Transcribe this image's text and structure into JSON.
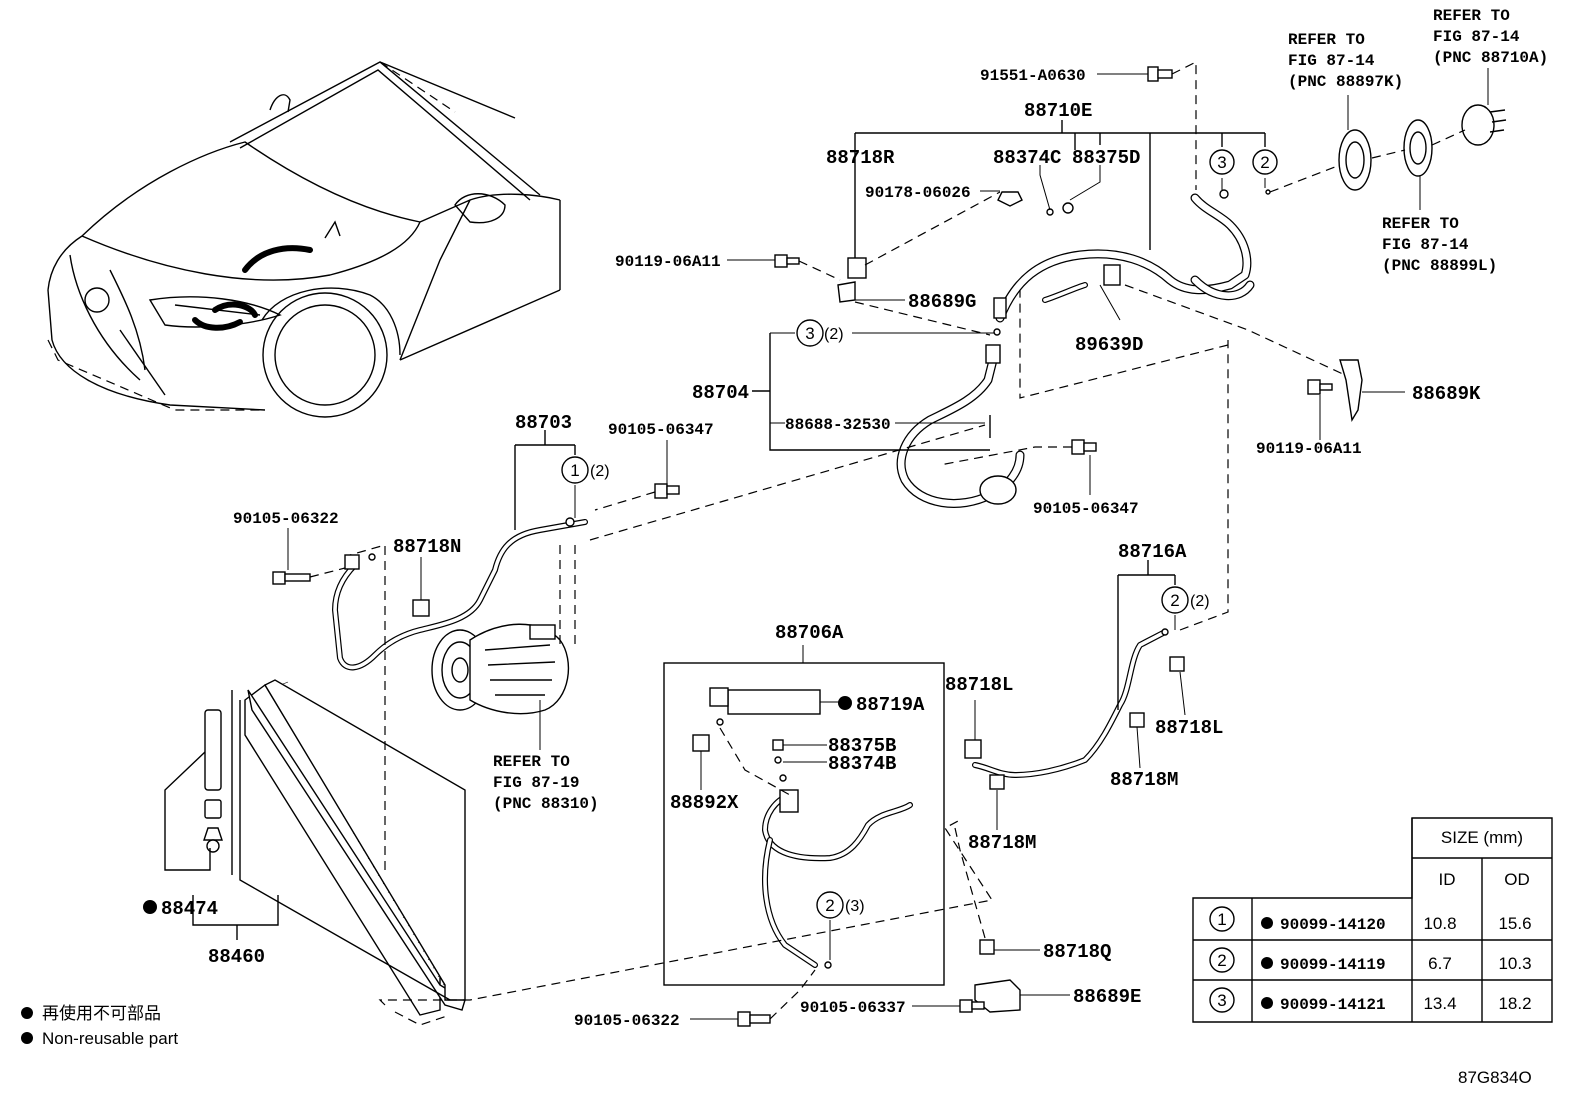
{
  "labels": {
    "p91551": "91551-A0630",
    "p88710E": "88710E",
    "p88718R": "88718R",
    "p88374C": "88374C",
    "p88375D": "88375D",
    "p90178": "90178-06026",
    "p90119a": "90119-06A11",
    "p88689G": "88689G",
    "p89639D": "89639D",
    "p88704": "88704",
    "p88688": "88688-32530",
    "p90105_06347a": "90105-06347",
    "p90105_06347b": "90105-06347",
    "p88703": "88703",
    "p90105_06322a": "90105-06322",
    "p88718N": "88718N",
    "p88689K": "88689K",
    "p90119b": "90119-06A11",
    "p88716A": "88716A",
    "p88706A": "88706A",
    "p88719A": "88719A",
    "p88718L_a": "88718L",
    "p88718L_b": "88718L",
    "p88375B": "88375B",
    "p88374B": "88374B",
    "p88892X": "88892X",
    "p88718M_a": "88718M",
    "p88718M_b": "88718M",
    "p88474": "88474",
    "p88460": "88460",
    "p88718Q": "88718Q",
    "p88689E": "88689E",
    "p90105_06322b": "90105-06322",
    "p90105_06337": "90105-06337"
  },
  "qty": {
    "q3": "(2)",
    "q1": "(2)",
    "q2a": "(2)",
    "q2b": "(3)"
  },
  "circled": {
    "c3top": "3",
    "c2top": "2",
    "c3": "3",
    "c1": "1",
    "c2a": "2",
    "c2b": "2"
  },
  "refer_to": {
    "r1": [
      "REFER TO",
      "FIG 87-14",
      "(PNC 88897K)"
    ],
    "r2": [
      "REFER TO",
      "FIG 87-14",
      "(PNC 88710A)"
    ],
    "r3": [
      "REFER TO",
      "FIG 87-14",
      "(PNC 88899L)"
    ],
    "r4": [
      "REFER TO",
      "FIG 87-19",
      "(PNC 88310)"
    ]
  },
  "legend": {
    "jp": "再使用不可部品",
    "en": "Non-reusable part"
  },
  "drawing_no": "87G834O",
  "size_table": {
    "header": "SIZE (mm)",
    "col_id": "ID",
    "col_od": "OD",
    "rows": [
      {
        "key": "1",
        "part": "90099-14120",
        "id": "10.8",
        "od": "15.6"
      },
      {
        "key": "2",
        "part": "90099-14119",
        "id": "6.7",
        "od": "10.3"
      },
      {
        "key": "3",
        "part": "90099-14121",
        "id": "13.4",
        "od": "18.2"
      }
    ]
  }
}
